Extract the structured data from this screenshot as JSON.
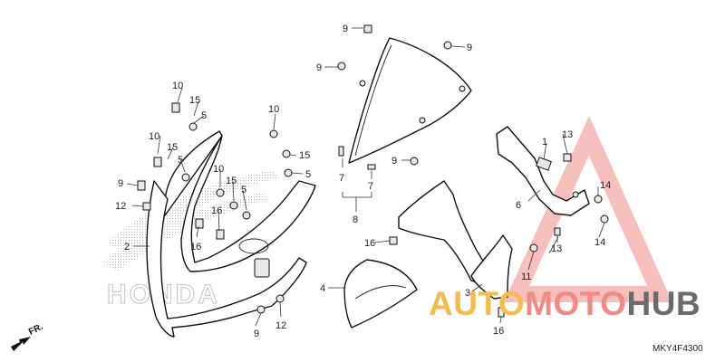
{
  "diagram": {
    "reference_code": "MKY4F4300",
    "direction_label": "FR.",
    "background_logo_text": "HONDA",
    "watermark": {
      "part1": "AUTO",
      "part2": "MOTO",
      "part3": "HUB",
      "colors": {
        "auto": "#f2bc50",
        "moto": "#f08a84",
        "hub": "#6b6b6b",
        "triangle": "#f08a84"
      }
    },
    "callouts": [
      {
        "id": "c1",
        "label": "1"
      },
      {
        "id": "c2",
        "label": "2"
      },
      {
        "id": "c3",
        "label": "3"
      },
      {
        "id": "c4",
        "label": "4"
      },
      {
        "id": "c5a",
        "label": "5"
      },
      {
        "id": "c5b",
        "label": "5"
      },
      {
        "id": "c5c",
        "label": "5"
      },
      {
        "id": "c5d",
        "label": "5"
      },
      {
        "id": "c6",
        "label": "6"
      },
      {
        "id": "c7a",
        "label": "7"
      },
      {
        "id": "c7b",
        "label": "7"
      },
      {
        "id": "c8",
        "label": "8"
      },
      {
        "id": "c9a",
        "label": "9"
      },
      {
        "id": "c9b",
        "label": "9"
      },
      {
        "id": "c9c",
        "label": "9"
      },
      {
        "id": "c9d",
        "label": "9"
      },
      {
        "id": "c9e",
        "label": "9"
      },
      {
        "id": "c9f",
        "label": "9"
      },
      {
        "id": "c10a",
        "label": "10"
      },
      {
        "id": "c10b",
        "label": "10"
      },
      {
        "id": "c10c",
        "label": "10"
      },
      {
        "id": "c10d",
        "label": "10"
      },
      {
        "id": "c11",
        "label": "11"
      },
      {
        "id": "c12a",
        "label": "12"
      },
      {
        "id": "c12b",
        "label": "12"
      },
      {
        "id": "c13a",
        "label": "13"
      },
      {
        "id": "c13b",
        "label": "13"
      },
      {
        "id": "c14a",
        "label": "14"
      },
      {
        "id": "c14b",
        "label": "14"
      },
      {
        "id": "c15a",
        "label": "15"
      },
      {
        "id": "c15b",
        "label": "15"
      },
      {
        "id": "c15c",
        "label": "15"
      },
      {
        "id": "c15d",
        "label": "15"
      },
      {
        "id": "c16a",
        "label": "16"
      },
      {
        "id": "c16b",
        "label": "16"
      },
      {
        "id": "c16c",
        "label": "16"
      },
      {
        "id": "c16d",
        "label": "16"
      }
    ]
  }
}
